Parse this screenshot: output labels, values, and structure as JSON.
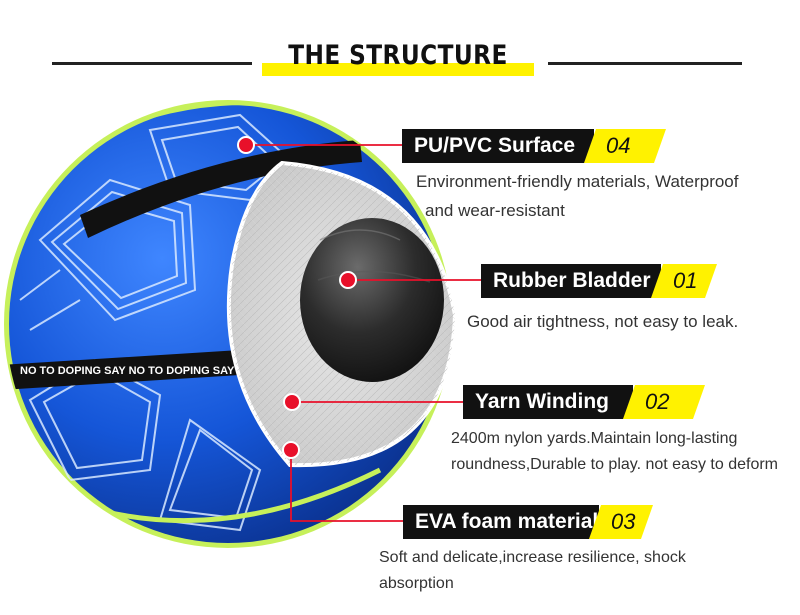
{
  "title": "THE STRUCTURE",
  "ball_band_text": "NO TO DOPING SAY NO TO DOPING SAY NO TO DOPING SAY",
  "layers": [
    {
      "name": "PU/PVC Surface",
      "number": "04",
      "description": [
        "Environment-friendly materials, Waterproof",
        "and wear-resistant"
      ]
    },
    {
      "name": "Rubber Bladder",
      "number": "01",
      "description": [
        "Good air tightness, not easy to leak."
      ]
    },
    {
      "name": "Yarn Winding",
      "number": "02",
      "description": [
        "2400m nylon yards.Maintain long-lasting",
        "roundness,Durable to play. not easy to deform"
      ]
    },
    {
      "name": "EVA foam material",
      "number": "03",
      "description": [
        "Soft and delicate,increase resilience, shock",
        "absorption"
      ]
    }
  ],
  "colors": {
    "accent": "#fff200",
    "label_bg": "#111111",
    "pointer": "#e8102a",
    "ball_blue": "#1356d6",
    "ball_lime": "#c6f05a"
  }
}
